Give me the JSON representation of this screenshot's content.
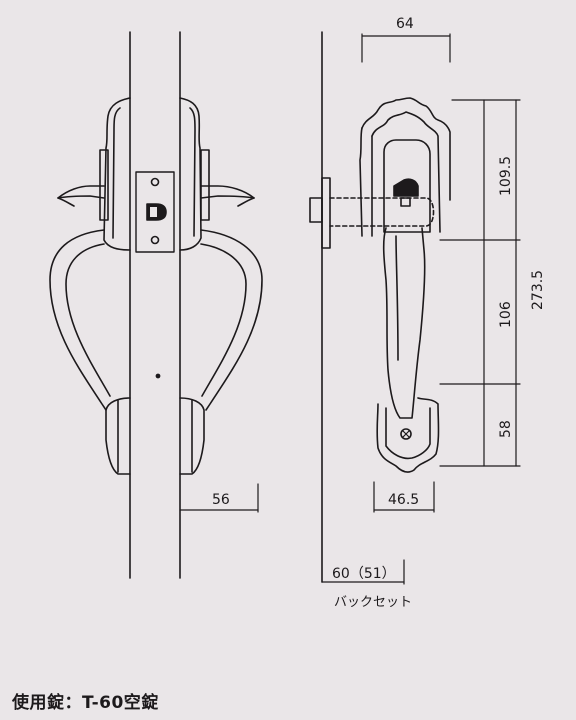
{
  "dimensions": {
    "top_width": "64",
    "height_upper": "109.5",
    "height_total": "273.5",
    "height_middle": "106",
    "height_lower": "58",
    "escutcheon_width": "46.5",
    "handle_projection": "56",
    "backset": "60（51）",
    "backset_label": "バックセット"
  },
  "caption": "使用錠：T-60空錠",
  "colors": {
    "background": "#eae6e8",
    "line": "#1d1a1c"
  }
}
